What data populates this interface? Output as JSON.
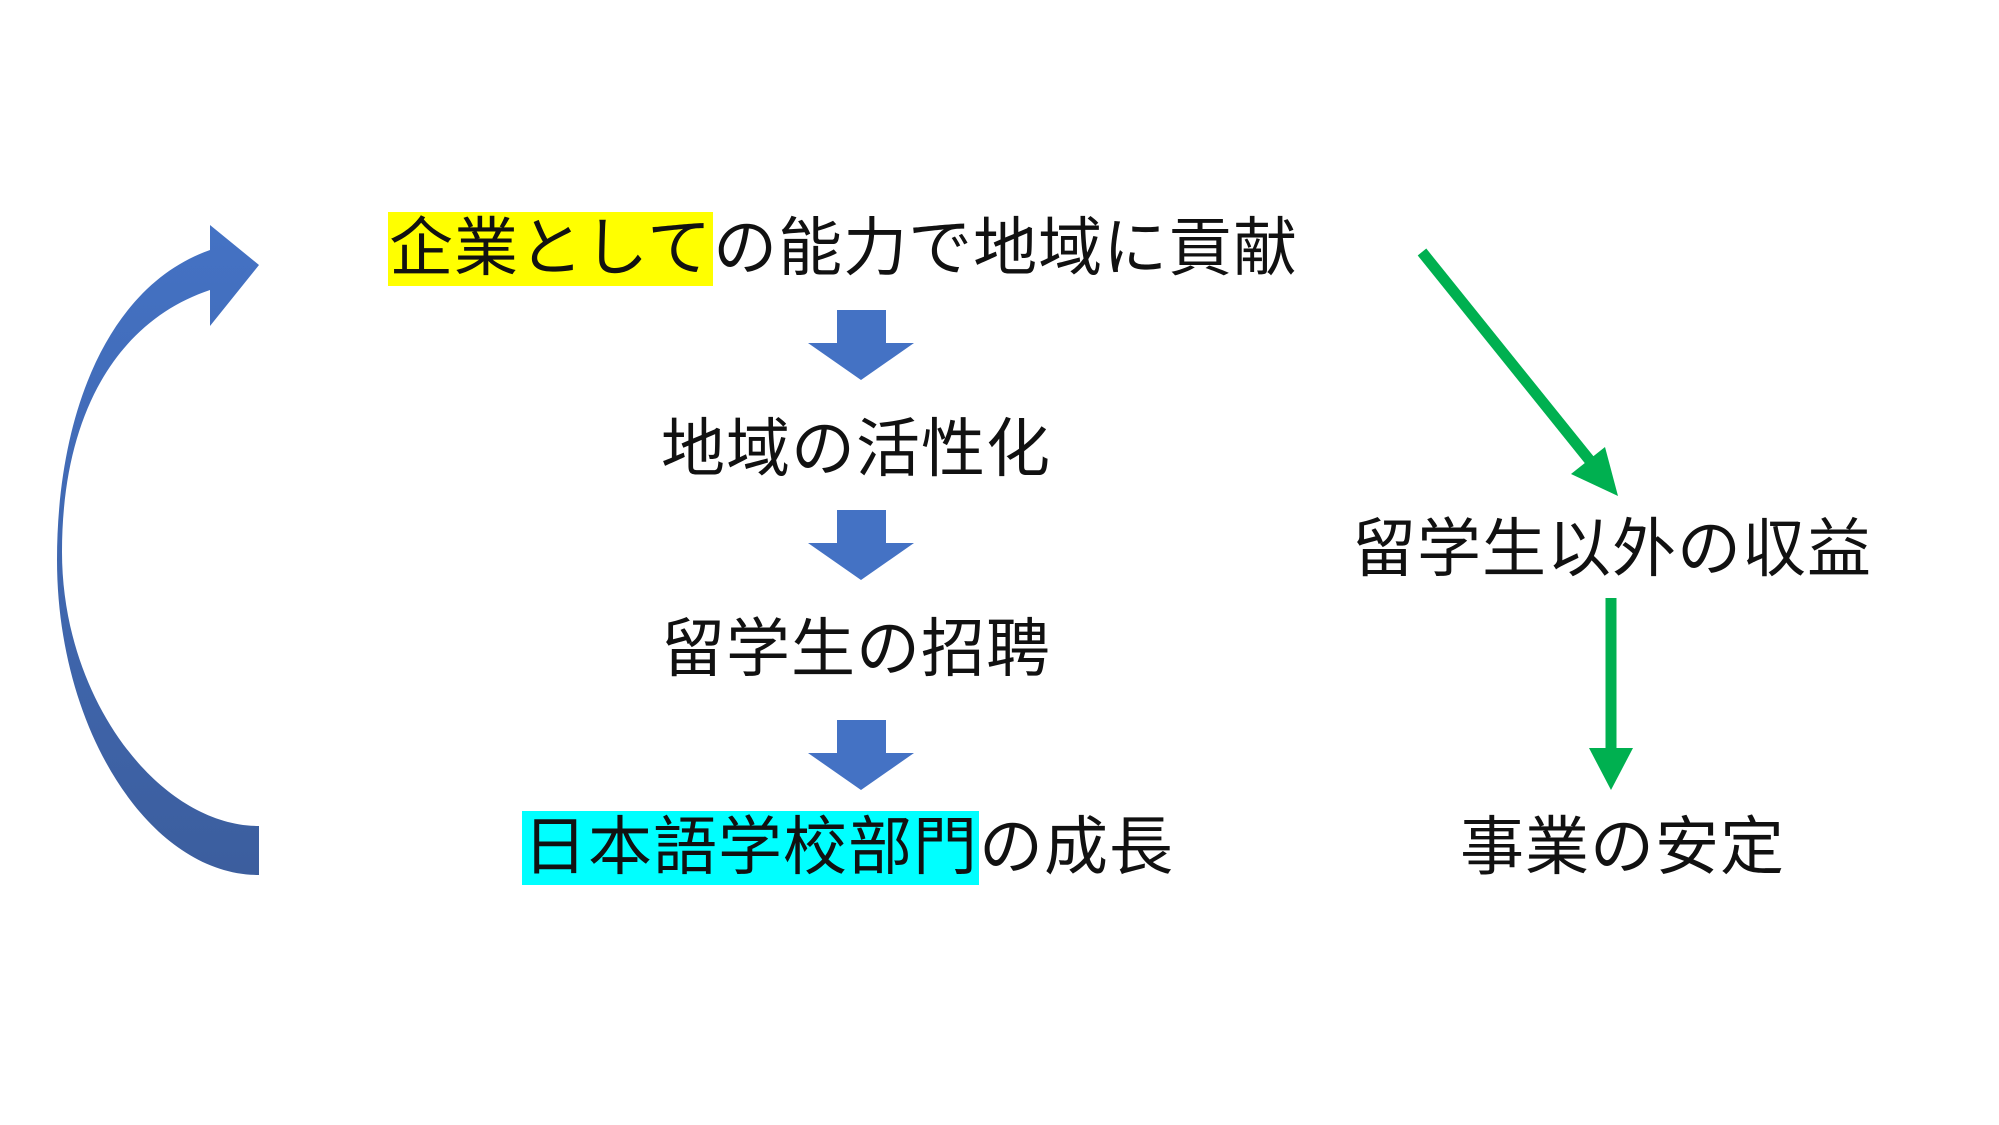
{
  "diagram": {
    "top_node": {
      "highlight": "企業として",
      "rest": "の能力で地域に貢献",
      "highlight_color": "#ffff00"
    },
    "step_2": "地域の活性化",
    "step_3": "留学生の招聘",
    "step_4": {
      "highlight": "日本語学校部門",
      "rest": "の成長",
      "highlight_color": "#00ffff"
    },
    "right_1": "留学生以外の収益",
    "right_2": "事業の安定"
  },
  "colors": {
    "blue_arrow": "#4472c4",
    "green_arrow": "#00b050"
  },
  "icons": {
    "down_arrow": "block-down-arrow-icon",
    "cycle_arrow": "curved-up-arrow-icon",
    "green_arrow": "green-line-arrow-icon"
  }
}
